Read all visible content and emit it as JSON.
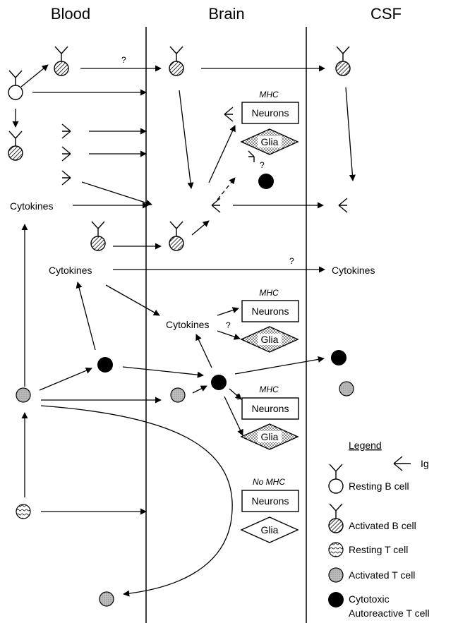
{
  "columns": {
    "blood": "Blood",
    "brain": "Brain",
    "csf": "CSF"
  },
  "labels": {
    "cytokines": "Cytokines",
    "neurons": "Neurons",
    "glia": "Glia",
    "mhc": "MHC",
    "no_mhc": "No MHC",
    "question": "?"
  },
  "legend": {
    "title": "Legend",
    "ig": "Ig",
    "resting_b": "Resting  B  cell",
    "activated_b": "Activated  B  cell",
    "resting_t": "Resting  T  cell",
    "activated_t": "Activated  T  cell",
    "cytotoxic_1": "Cytotoxic",
    "cytotoxic_2": "Autoreactive  T  cell"
  },
  "colors": {
    "ink": "#000000",
    "background": "#ffffff",
    "activated_t_fill": "#b8b8b8",
    "glia_fill": "#ffffff"
  }
}
